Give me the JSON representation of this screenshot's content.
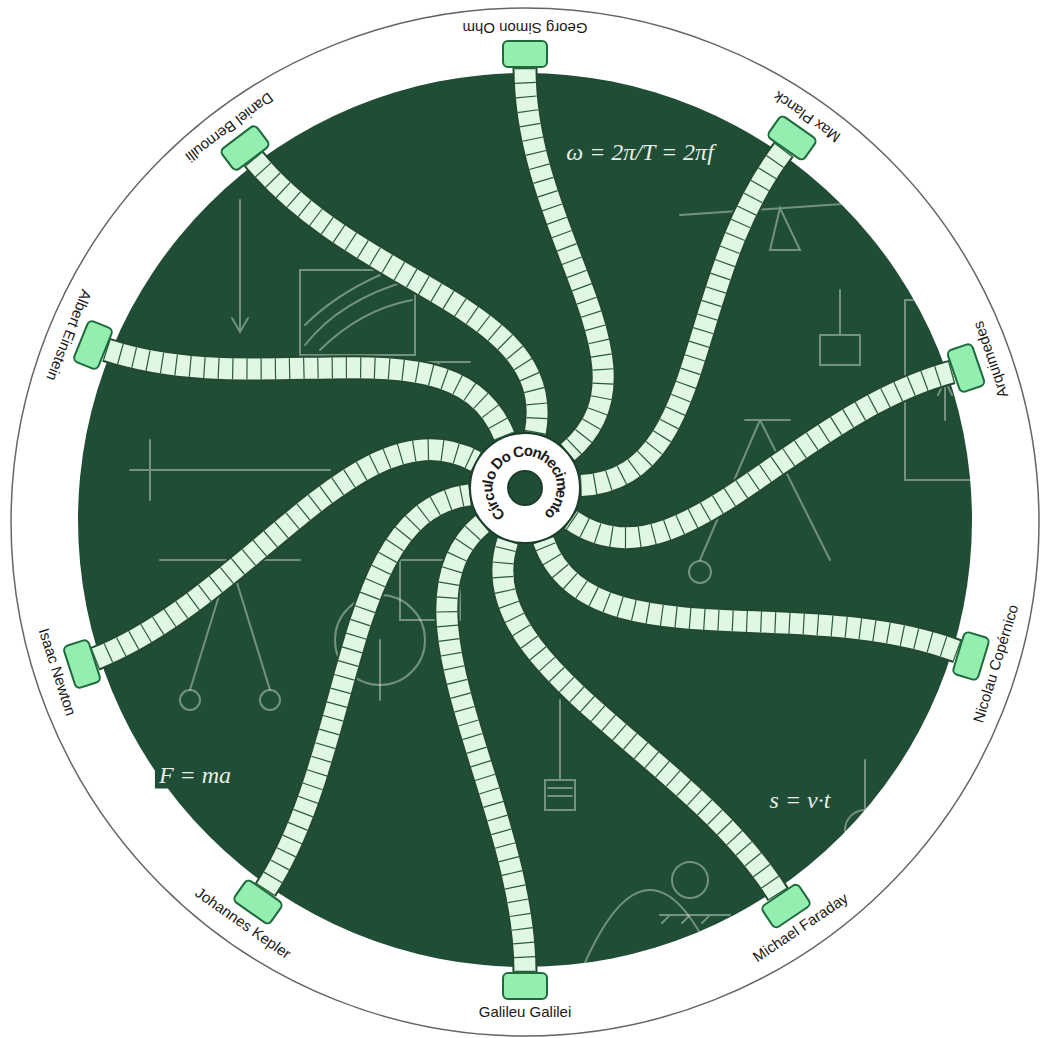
{
  "diagram": {
    "nodes": [
      {
        "text": [
          "Círculo Do Conhecimento"
        ]
      },
      {
        "text": [
          "Georg Simon Ohm"
        ]
      },
      {
        "text": [
          "Max Planck"
        ]
      },
      {
        "text": [
          "Arquimedes"
        ]
      },
      {
        "text": [
          "Nicolau Copérnico"
        ]
      },
      {
        "text": [
          "Michael Faraday"
        ]
      },
      {
        "text": [
          "Galileu Galilei"
        ]
      },
      {
        "text": [
          "Johannes Kepler"
        ]
      },
      {
        "text": [
          "Isaac Newton"
        ]
      },
      {
        "text": [
          "Albert Einstein"
        ]
      },
      {
        "text": [
          "Daniel Bernoulli"
        ]
      }
    ],
    "edges": [
      {
        "from": 1,
        "to": 0,
        "arrow": "none"
      },
      {
        "from": 2,
        "to": 0,
        "arrow": "none"
      },
      {
        "from": 3,
        "to": 0,
        "arrow": "none"
      },
      {
        "from": 4,
        "to": 0,
        "arrow": "none"
      },
      {
        "from": 5,
        "to": 0,
        "arrow": "none"
      },
      {
        "from": 6,
        "to": 0,
        "arrow": "none"
      },
      {
        "from": 7,
        "to": 0,
        "arrow": "none"
      },
      {
        "from": 8,
        "to": 0,
        "arrow": "none"
      },
      {
        "from": 9,
        "to": 0,
        "arrow": "none"
      },
      {
        "from": 10,
        "to": 0,
        "arrow": "none"
      }
    ],
    "labels": [
      "ω = 2π/T = 2πf",
      "F = ma",
      "s = v·t"
    ]
  }
}
